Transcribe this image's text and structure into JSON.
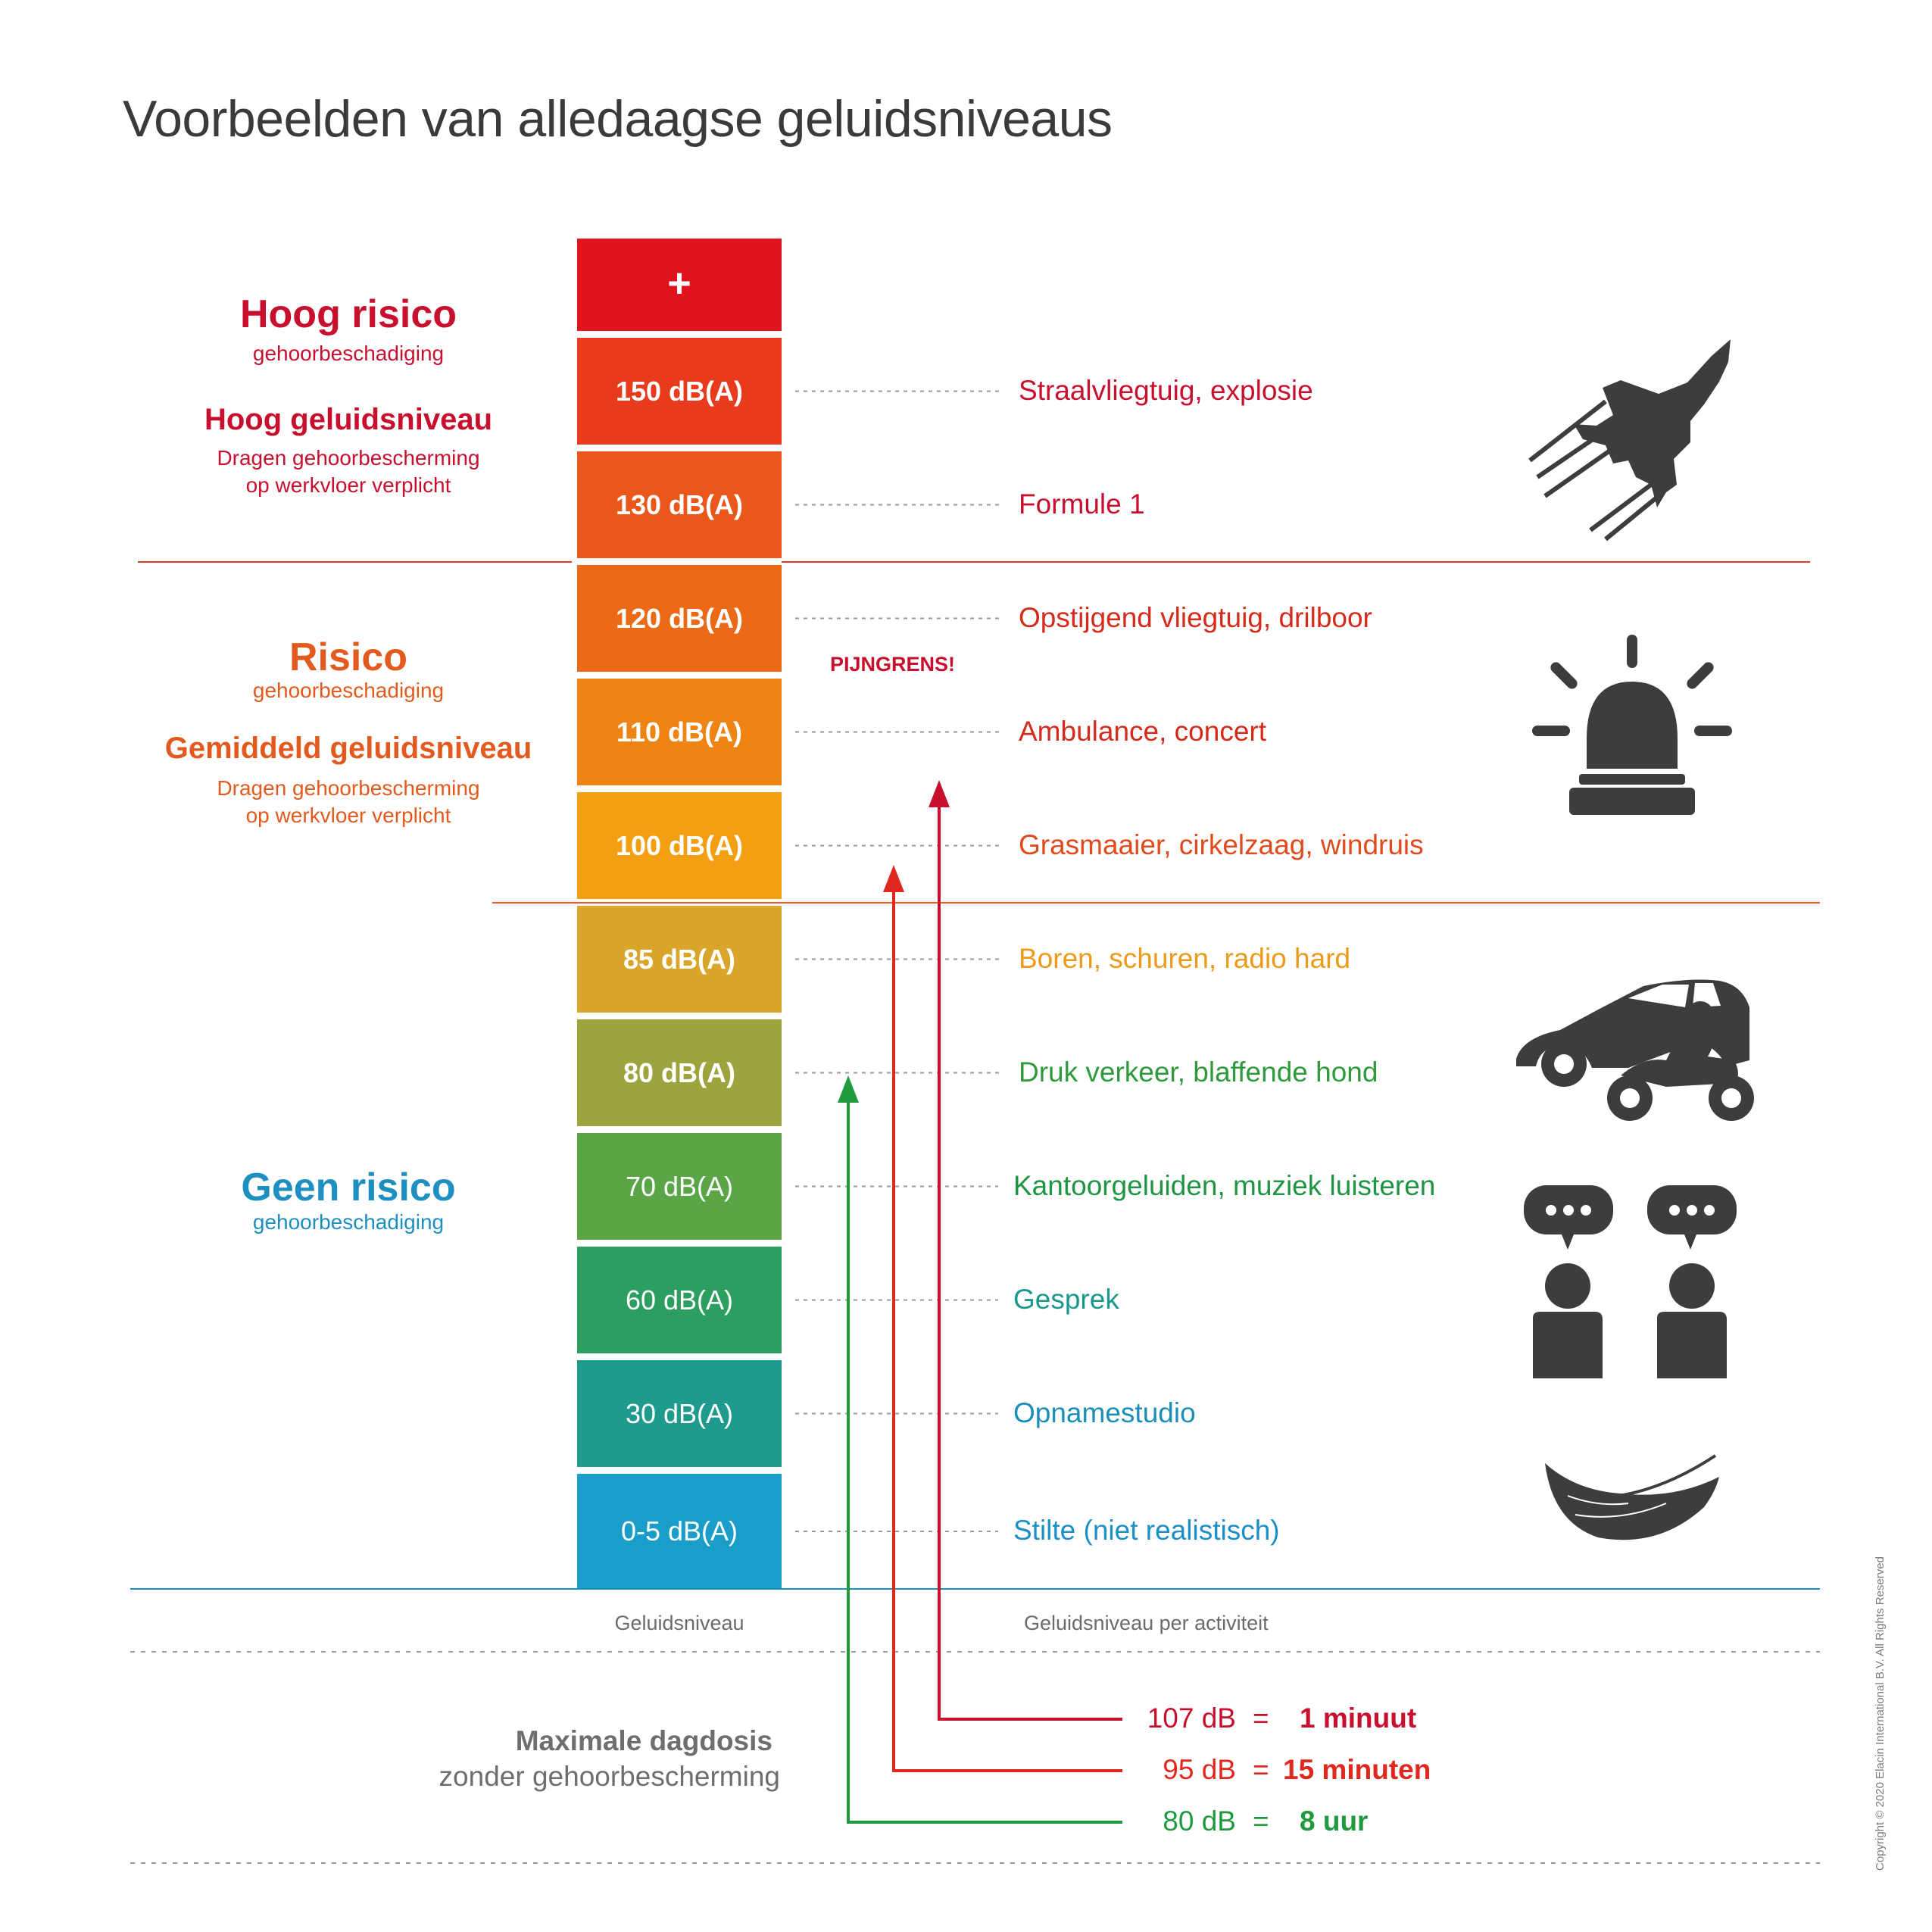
{
  "title": "Voorbeelden van alledaagse geluidsniveaus",
  "zones": {
    "high": {
      "heading": "Hoog risico",
      "sub": "gehoorbeschadiging",
      "level_heading": "Hoog geluidsniveau",
      "level_sub_1": "Dragen gehoorbescherming",
      "level_sub_2": "op werkvloer verplicht",
      "color": "#c8102e"
    },
    "medium": {
      "heading": "Risico",
      "sub": "gehoorbeschadiging",
      "level_heading": "Gemiddeld geluidsniveau",
      "level_sub_1": "Dragen gehoorbescherming",
      "level_sub_2": "op werkvloer verplicht",
      "color": "#e35a1f"
    },
    "low": {
      "heading": "Geen risico",
      "sub": "gehoorbeschadiging",
      "color": "#1e8fc1"
    }
  },
  "levels": [
    {
      "label": "+",
      "activity": "",
      "color": "#e0141e",
      "text_color": "#ffffff"
    },
    {
      "label": "150 dB(A)",
      "activity": "Straalvliegtuig, explosie",
      "color": "#e83a1c",
      "text_color": "#c8102e"
    },
    {
      "label": "130 dB(A)",
      "activity": "Formule 1",
      "color": "#e9571b",
      "text_color": "#c8102e"
    },
    {
      "label": "120 dB(A)",
      "activity": "Opstijgend vliegtuig, drilboor",
      "color": "#ea6a18",
      "text_color": "#d62a1a"
    },
    {
      "label": "110 dB(A)",
      "activity": "Ambulance, concert",
      "color": "#ee8414",
      "text_color": "#d62a1a"
    },
    {
      "label": "100 dB(A)",
      "activity": "Grasmaaier, cirkelzaag, windruis",
      "color": "#f2a012",
      "text_color": "#e04a1c"
    },
    {
      "label": "85 dB(A)",
      "activity": "Boren, schuren, radio hard",
      "color": "#d9a52a",
      "text_color": "#ec9a1a"
    },
    {
      "label": "80 dB(A)",
      "activity": "Druk verkeer, blaffende hond",
      "color": "#9ea43d",
      "text_color": "#2f9a3c"
    },
    {
      "label": "70 dB(A)",
      "activity": "Kantoorgeluiden, muziek luisteren",
      "color": "#5aa647",
      "text_color": "#1f9443"
    },
    {
      "label": "60 dB(A)",
      "activity": "Gesprek",
      "color": "#2b9e60",
      "text_color": "#1a998c"
    },
    {
      "label": "30 dB(A)",
      "activity": "Opnamestudio",
      "color": "#1e9b8c",
      "text_color": "#1b8fb8"
    },
    {
      "label": "0-5 dB(A)",
      "activity": "Stilte (niet realistisch)",
      "color": "#1a9dc8",
      "text_color": "#1b8fc8"
    }
  ],
  "pain_threshold": "PIJNGRENS!",
  "captions": {
    "scale": "Geluidsniveau",
    "activity": "Geluidsniveau per activiteit"
  },
  "daily_dose": {
    "title": "Maximale dagdosis",
    "subtitle": "zonder gehoorbescherming",
    "rows": [
      {
        "level": "107 dB",
        "eq": "=",
        "duration": "1 minuut",
        "color": "#c8102e"
      },
      {
        "level": "95 dB",
        "eq": "=",
        "duration": "15 minuten",
        "color": "#e0281f"
      },
      {
        "level": "80 dB",
        "eq": "=",
        "duration": "8 uur",
        "color": "#1f9a3c"
      }
    ]
  },
  "icons": [
    "fighter-jet-icon",
    "siren-icon",
    "car-motorcycle-icon",
    "conversation-icon",
    "feather-icon"
  ],
  "copyright": "Copyright © 2020 Elacin International B.V. All Rights Reserved"
}
